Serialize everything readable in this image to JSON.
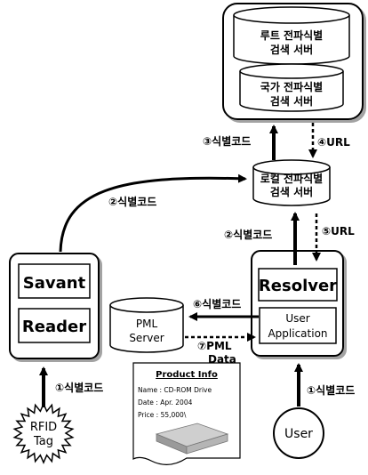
{
  "servers": {
    "root": {
      "line1": "루트 전파식별",
      "line2": "검색 서버"
    },
    "national": {
      "line1": "국가 전파식별",
      "line2": "검색 서버"
    },
    "local": {
      "line1": "로컬 전파식별",
      "line2": "검색 서버"
    }
  },
  "reader_box": {
    "savant": "Savant",
    "reader": "Reader"
  },
  "resolver_box": {
    "resolver": "Resolver",
    "app_line1": "User",
    "app_line2": "Application"
  },
  "pml_server": {
    "line1": "PML",
    "line2": "Server"
  },
  "rfid_tag": {
    "line1": "RFID",
    "line2": "Tag"
  },
  "user": {
    "label": "User"
  },
  "product_info": {
    "title": "Product Info",
    "name": "Name : CD-ROM Drive",
    "date": "Date : Apr. 2004",
    "price": "Price : 55,000\\"
  },
  "arrows": {
    "a1_tag": "①식별코드",
    "a1_user": "①식별코드",
    "a2_reader": "②식별코드",
    "a2_resolver": "②식별코드",
    "a3": "③식별코드",
    "a4": "④URL",
    "a5": "⑤URL",
    "a6": "⑥식별코드",
    "a7_line1": "⑦PML",
    "a7_line2": "Data"
  }
}
